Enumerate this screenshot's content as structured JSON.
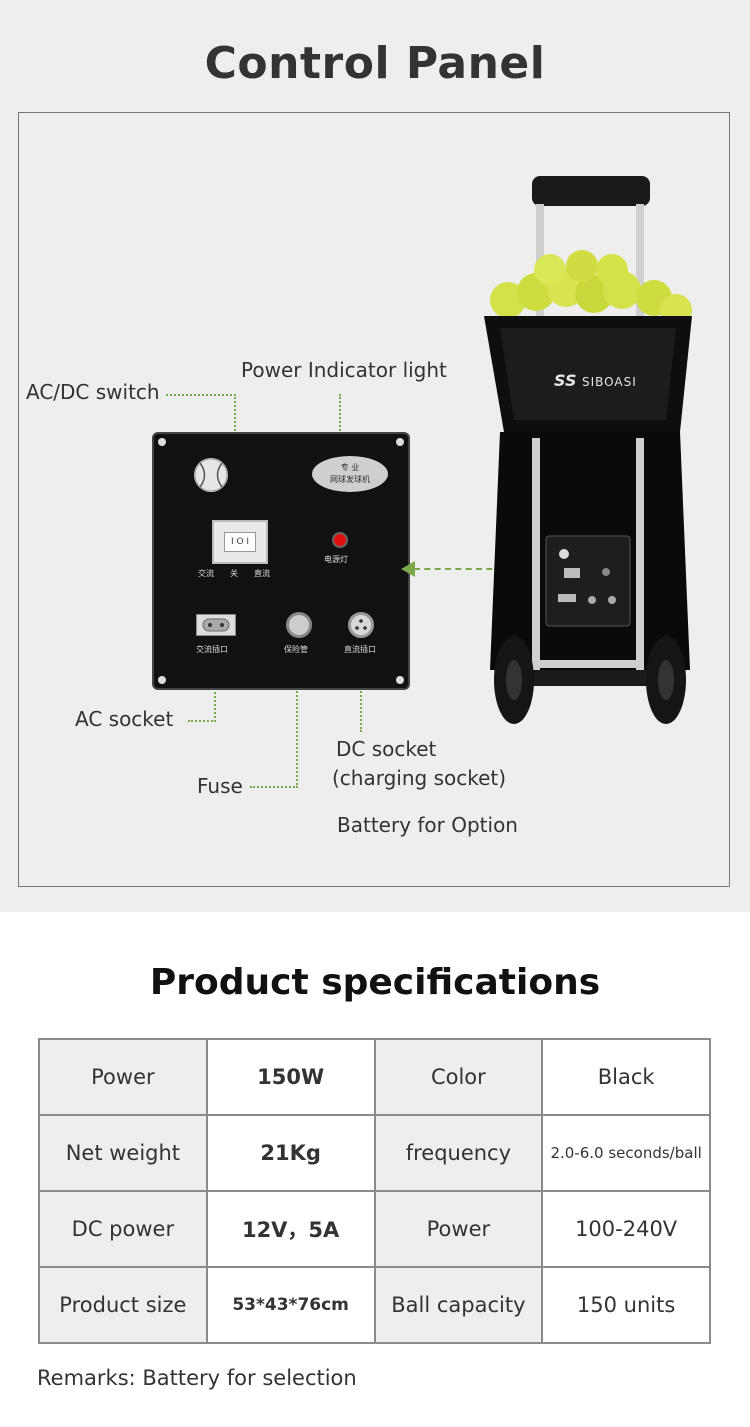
{
  "control_panel": {
    "title": "Control Panel",
    "callouts": {
      "ac_dc_switch": "AC/DC switch",
      "power_indicator": "Power Indicator light",
      "ac_socket": "AC socket",
      "fuse": "Fuse",
      "dc_socket_line1": "DC socket",
      "dc_socket_line2": "(charging socket)",
      "battery_option": "Battery for Option"
    },
    "panel_labels": {
      "oval_line1": "专   业",
      "oval_line2": "网球发球机",
      "switch_marks": "I O I",
      "switch_ac": "交流",
      "switch_off": "关",
      "switch_dc": "直流",
      "led": "电源灯",
      "ac_socket": "交流插口",
      "fuse": "保险管",
      "dc_socket": "直流插口"
    },
    "brand": "SIBOASI",
    "brand_mark": "SS"
  },
  "specs": {
    "title": "Product specifications",
    "rows": [
      [
        "Power",
        "150W",
        "Color",
        "Black"
      ],
      [
        "Net weight",
        "21Kg",
        "frequency",
        "2.0-6.0 seconds/ball"
      ],
      [
        "DC power",
        "12V，5A",
        "Power",
        "100-240V"
      ],
      [
        "Product size",
        "53*43*76cm",
        "Ball capacity",
        "150 units"
      ]
    ]
  },
  "remarks": "Remarks:  Battery for selection",
  "colors": {
    "accent_dotted": "#7aa84a",
    "panel_black": "#111111",
    "background_gray": "#eeeeee"
  }
}
